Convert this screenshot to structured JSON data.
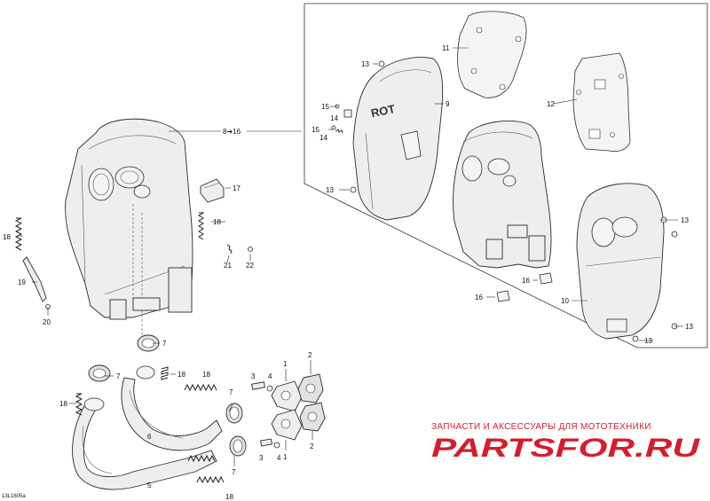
{
  "diagram_code": "13L1605a",
  "callouts": {
    "c1a": "1",
    "c1b": "1",
    "c2a": "2",
    "c2b": "2",
    "c3a": "3",
    "c3b": "3",
    "c4a": "4",
    "c4b": "4",
    "c5": "5",
    "c6": "6",
    "c7a": "7",
    "c7b": "7",
    "c7c": "7",
    "c7d": "7",
    "c8_16": "8➔16",
    "c9": "9",
    "c10": "10",
    "c11": "11",
    "c12": "12",
    "c13a": "13",
    "c13b": "13",
    "c13c": "13",
    "c13d": "13",
    "c13e": "13",
    "c14a": "14",
    "c14b": "14",
    "c15a": "15",
    "c15b": "15",
    "c16a": "16",
    "c16b": "16",
    "c17": "17",
    "c18a": "18",
    "c18b": "18",
    "c18c": "18",
    "c18d": "18",
    "c18e": "18",
    "c18f": "18",
    "c19": "19",
    "c20": "20",
    "c21": "21",
    "c22": "22"
  },
  "watermark": {
    "tagline": "ЗАПЧАСТИ И АКСЕССУАРЫ ДЛЯ МОТОТЕХНИКИ",
    "brand": "PARTSFOR.RU",
    "brand_color": "#d21f2e"
  }
}
